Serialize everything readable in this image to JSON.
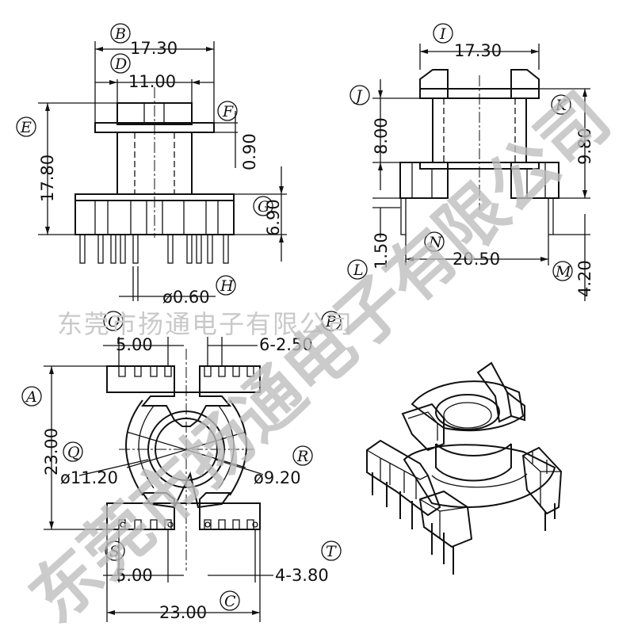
{
  "dimensions": {
    "front_width_outer": "17.30",
    "front_width_inner": "11.00",
    "front_height": "17.80",
    "flange_thickness": "0.90",
    "base_height": "6.90",
    "pin_diameter": "ø0.60",
    "side_width": "17.30",
    "side_winding_height": "8.00",
    "side_total_height": "9.80",
    "side_pin_offset": "1.50",
    "side_pin_span": "20.50",
    "side_pin_length": "4.20",
    "top_pitch_top": "5.00",
    "top_pin_spec_top": "6-2.50",
    "top_height": "23.00",
    "inner_diameter": "ø11.20",
    "core_diameter": "ø9.20",
    "bottom_pitch": "5.00",
    "bottom_pin_spec": "4-3.80",
    "bottom_width": "23.00"
  },
  "labels": {
    "A": "A",
    "B": "B",
    "C": "C",
    "D": "D",
    "E": "E",
    "F": "F",
    "G": "G",
    "H": "H",
    "I": "I",
    "J": "J",
    "K": "K",
    "L": "L",
    "M": "M",
    "N": "N",
    "O": "O",
    "P": "P",
    "Q": "Q",
    "R": "R",
    "S": "S",
    "T": "T"
  },
  "watermark": {
    "company_line": "东莞市扬通电子有限公司",
    "diagonal": "东莞市扬通电子有限公司"
  }
}
